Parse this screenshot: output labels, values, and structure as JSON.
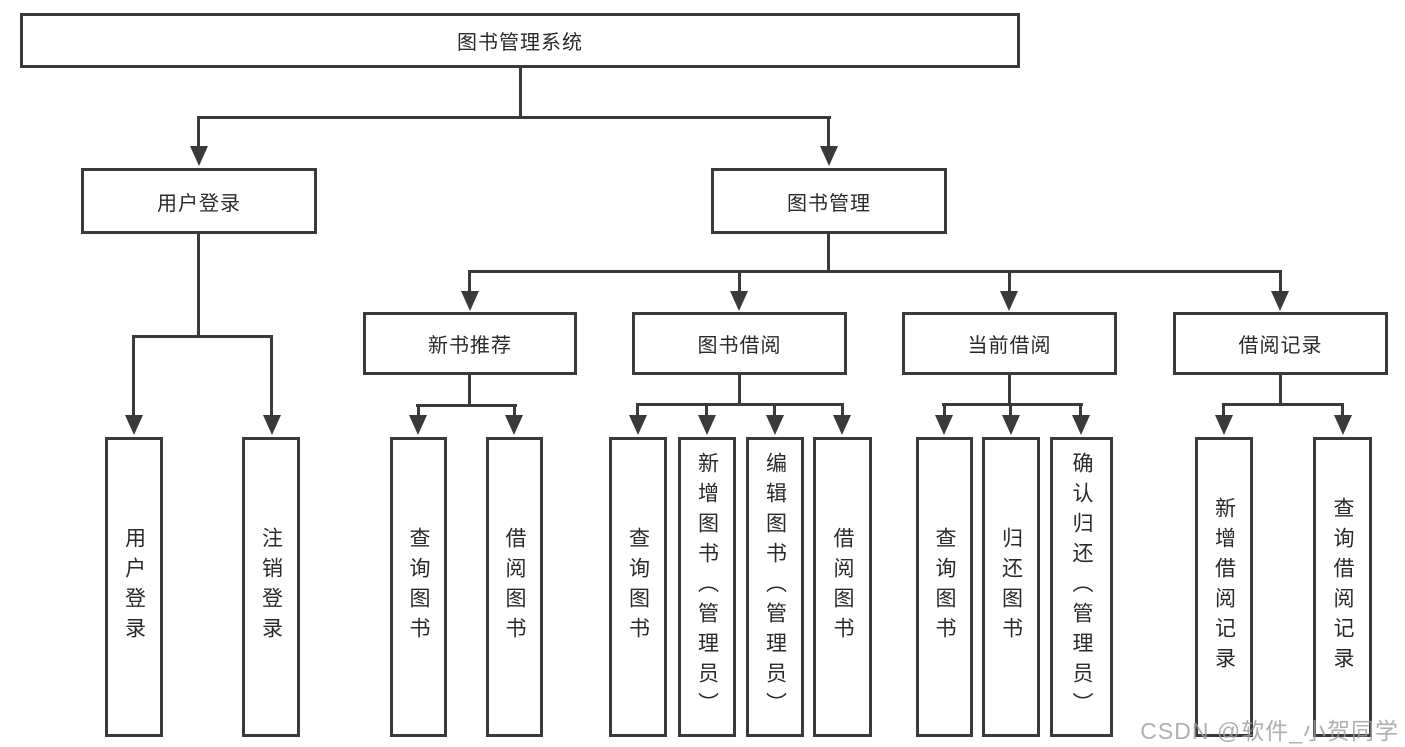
{
  "tree": {
    "label": "图书管理系统",
    "children": [
      {
        "label": "用户登录",
        "children": [
          {
            "label": "用户登录"
          },
          {
            "label": "注销登录"
          }
        ]
      },
      {
        "label": "图书管理",
        "children": [
          {
            "label": "新书推荐",
            "children": [
              {
                "label": "查询图书"
              },
              {
                "label": "借阅图书"
              }
            ]
          },
          {
            "label": "图书借阅",
            "children": [
              {
                "label": "查询图书"
              },
              {
                "label": "新增图书（管理员）"
              },
              {
                "label": "编辑图书（管理员）"
              },
              {
                "label": "借阅图书"
              }
            ]
          },
          {
            "label": "当前借阅",
            "children": [
              {
                "label": "查询图书"
              },
              {
                "label": "归还图书"
              },
              {
                "label": "确认归还（管理员）"
              }
            ]
          },
          {
            "label": "借阅记录",
            "children": [
              {
                "label": "新增借阅记录"
              },
              {
                "label": "查询借阅记录"
              }
            ]
          }
        ]
      }
    ]
  },
  "watermark": "CSDN @软件_小贺同学",
  "colors": {
    "line": "#3a3a3a",
    "text": "#2a2a2a",
    "watermark": "#9e9e9e",
    "background": "#ffffff"
  }
}
